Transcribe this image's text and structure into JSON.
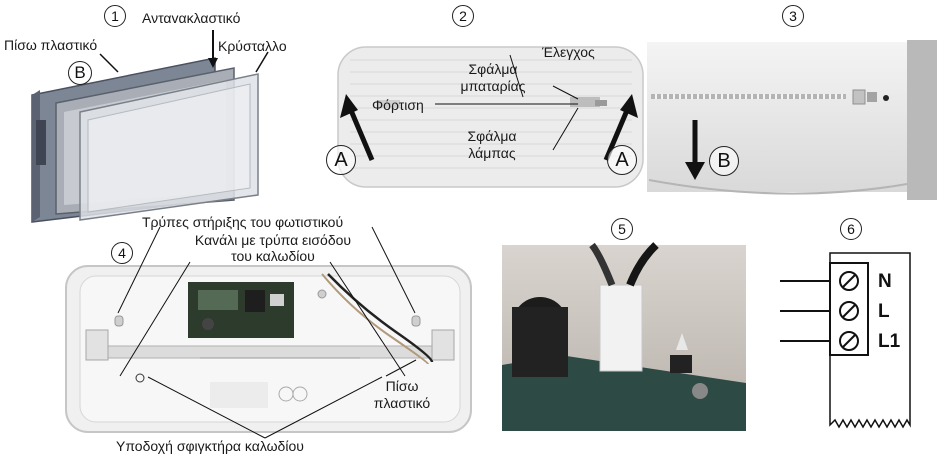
{
  "figure1": {
    "number": "1",
    "label_reflector": "Ανταvακλαστικό",
    "label_back_plastic": "Πίσω πλαστικό",
    "label_crystal": "Κρύσταλλο",
    "marker": "B"
  },
  "figure2": {
    "number": "2",
    "label_check": "Έλεγχος",
    "label_battery_fault": "Σφάλμα\nμπαταρίας",
    "label_charging": "Φόρτιση",
    "label_lamp_fault": "Σφάλμα\nλάμπας",
    "marker_left": "A",
    "marker_right": "A"
  },
  "figure3": {
    "number": "3",
    "marker": "B"
  },
  "figure4": {
    "number": "4",
    "label_mount_holes": "Τρύπες στήριξης του φωτιστικού",
    "label_cable_channel": "Καvάλι με τρύπα εισόδου\nτου καλωδίου",
    "label_back_plastic": "Πίσω\nπλαστικό",
    "label_clamp_socket": "Υποδοχή σφιγκτήρα καλωδίου"
  },
  "figure5": {
    "number": "5"
  },
  "figure6": {
    "number": "6",
    "terminals": [
      "N",
      "L",
      "L1"
    ]
  }
}
